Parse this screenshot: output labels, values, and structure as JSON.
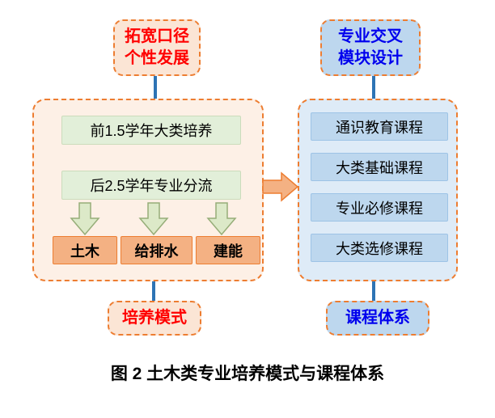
{
  "figure": {
    "caption": "图 2 土木类专业培养模式与课程体系"
  },
  "labels": {
    "top_left": {
      "line1": "拓宽口径",
      "line2": "个性发展"
    },
    "top_right": {
      "line1": "专业交叉",
      "line2": "模块设计"
    },
    "bottom_left": "培养模式",
    "bottom_right": "课程体系"
  },
  "training_mode": {
    "stage1": "前1.5学年大类培养",
    "stage2": "后2.5学年专业分流",
    "majors": [
      "土木",
      "给排水",
      "建能"
    ]
  },
  "curriculum": {
    "courses": [
      "通识教育课程",
      "大类基础课程",
      "专业必修课程",
      "大类选修课程"
    ]
  },
  "icons": {
    "down_arrow": "⬇",
    "right_arrow": "➡"
  },
  "colors": {
    "dashed_border": "#ED7D31",
    "peach_fill": "#FBE5D5",
    "light_peach_fill": "#FDF0E6",
    "light_blue_fill": "#DEEBF7",
    "inner_blue_fill": "#BDD7EE",
    "green_fill": "#E2EFD9",
    "arrow_green_fill": "#DCE9C8",
    "orange_fill": "#F4B183",
    "red_text": "#FF0000",
    "blue_text": "#0000EE",
    "connector_blue": "#2E74B5"
  }
}
